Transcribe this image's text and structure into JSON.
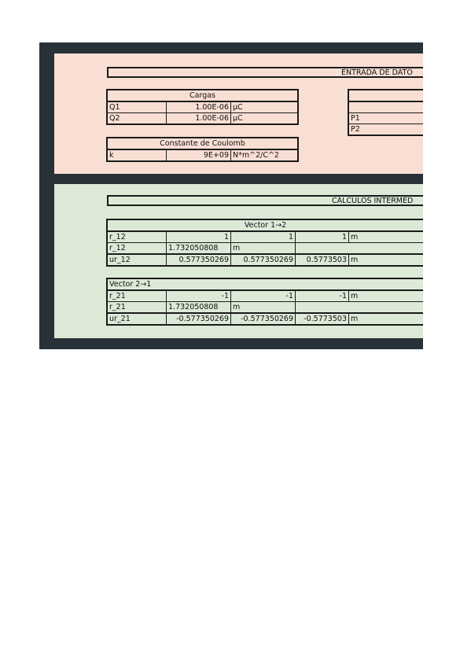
{
  "input": {
    "title": "ENTRADA DE DATO",
    "cargas": {
      "header": "Cargas",
      "rows": [
        {
          "label": "Q1",
          "value": "1.00E-06",
          "unit": "μC"
        },
        {
          "label": "Q2",
          "value": "1.00E-06",
          "unit": "μC"
        }
      ]
    },
    "coulomb": {
      "header": "Constante de Coulomb",
      "label": "k",
      "value": "9E+09",
      "unit": "N*m^2/C^2"
    },
    "points": [
      "P1",
      "P2"
    ]
  },
  "calc": {
    "title": "CÁLCULOS INTERMED",
    "v12": {
      "header": "Vector 1→2",
      "rows": [
        {
          "label": "r_12",
          "c1": "1",
          "c2": "1",
          "c3": "1",
          "unit": "m"
        },
        {
          "label": "r_12",
          "c1": "1.732050808",
          "unit": "m"
        },
        {
          "label": "ur_12",
          "c1": "0.577350269",
          "c2": "0.577350269",
          "c3": "0.5773503",
          "unit": "m"
        }
      ]
    },
    "v21": {
      "header": "Vector 2→1",
      "rows": [
        {
          "label": "r_21",
          "c1": "-1",
          "c2": "-1",
          "c3": "-1",
          "unit": "m"
        },
        {
          "label": "r_21",
          "c1": "1.732050808",
          "unit": "m"
        },
        {
          "label": "ur_21",
          "c1": "-0.577350269",
          "c2": "-0.577350269",
          "c3": "-0.5773503",
          "unit": "m"
        }
      ]
    }
  }
}
